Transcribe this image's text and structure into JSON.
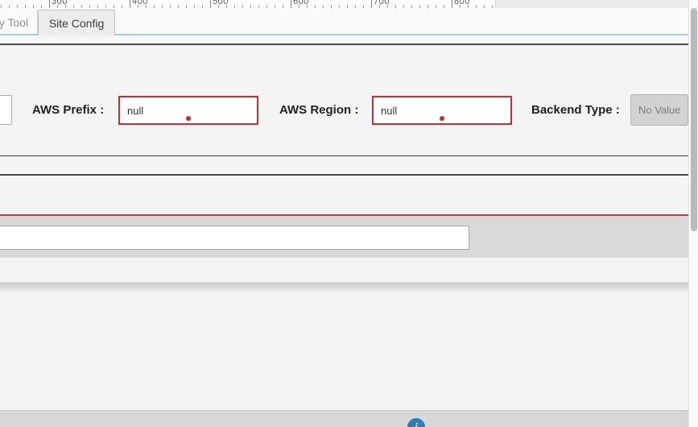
{
  "ruler": {
    "tick_labels": [
      "300",
      "400",
      "500",
      "600",
      "700",
      "800"
    ]
  },
  "tab_bar": {
    "tabs": [
      {
        "label": "y Tool"
      },
      {
        "label": "Site Config"
      }
    ]
  },
  "form": {
    "aws_prefix_label": "AWS Prefix :",
    "aws_prefix_value": "null",
    "aws_region_label": "AWS Region :",
    "aws_region_value": "null",
    "backend_type_label": "Backend Type :",
    "backend_type_value": "No Value",
    "wide_input_value": ""
  },
  "footer": {
    "info_glyph": "i"
  },
  "colors": {
    "error_border": "#c5302c",
    "error_dot": "#cc2a22",
    "accent_tab_underline": "#a6cbe4",
    "red_separator": "#b6413e",
    "info_button": "#2d7eb5"
  }
}
